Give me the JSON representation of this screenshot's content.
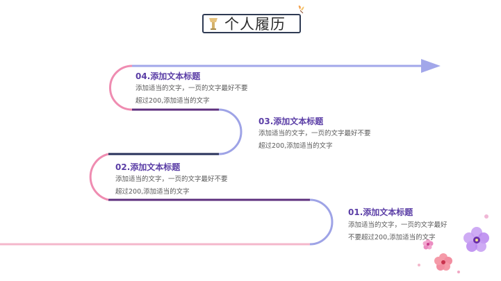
{
  "header": {
    "title": "个人履历",
    "icon": "trophy-icon"
  },
  "steps": [
    {
      "title": "04.添加文本标题",
      "line1": "添加适当的文字，一页的文字最好不要",
      "line2": "超过200,添加适当的文字"
    },
    {
      "title": "03.添加文本标题",
      "line1": "添加适当的文字，一页的文字最好不要",
      "line2": "超过200,添加适当的文字"
    },
    {
      "title": "02.添加文本标题",
      "line1": "添加适当的文字，一页的文字最好不要",
      "line2": "超过200,添加适当的文字"
    },
    {
      "title": "01.添加文本标题",
      "line1": "添加适当的文字，一页的文字最好",
      "line2": "不要超过200,添加适当的文字"
    }
  ],
  "decorations": {
    "butterfly-icon": "butterfly",
    "flowers-icon": "flowers"
  },
  "colors": {
    "title_text": "#5b3ea6",
    "body_text": "#5a5a5a",
    "pink": "#ef8cb1",
    "lavender": "#9ea3e6",
    "dark_navy": "#27315a",
    "purple": "#5e2f7e",
    "arrow": "#a2a7ea",
    "border": "#2e3a53"
  }
}
